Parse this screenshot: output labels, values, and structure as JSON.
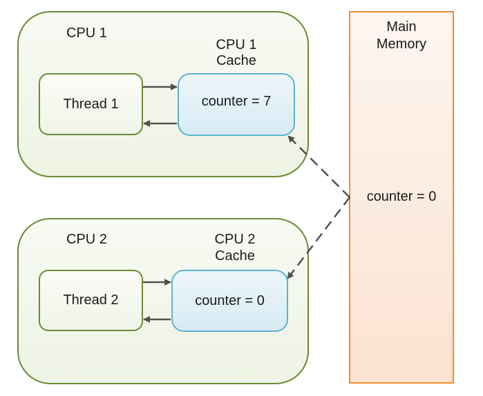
{
  "cpus": [
    {
      "label": "CPU 1",
      "cache_label_line1": "CPU 1",
      "cache_label_line2": "Cache",
      "thread_label": "Thread 1",
      "cache_value": "counter = 7"
    },
    {
      "label": "CPU 2",
      "cache_label_line1": "CPU 2",
      "cache_label_line2": "Cache",
      "thread_label": "Thread 2",
      "cache_value": "counter = 0"
    }
  ],
  "memory": {
    "title_line1": "Main",
    "title_line2": "Memory",
    "value": "counter = 0"
  },
  "colors": {
    "cpu_border": "#6b8a34",
    "cache_border": "#5bb3cf",
    "memory_border": "#f08a33",
    "arrow": "#505050"
  }
}
